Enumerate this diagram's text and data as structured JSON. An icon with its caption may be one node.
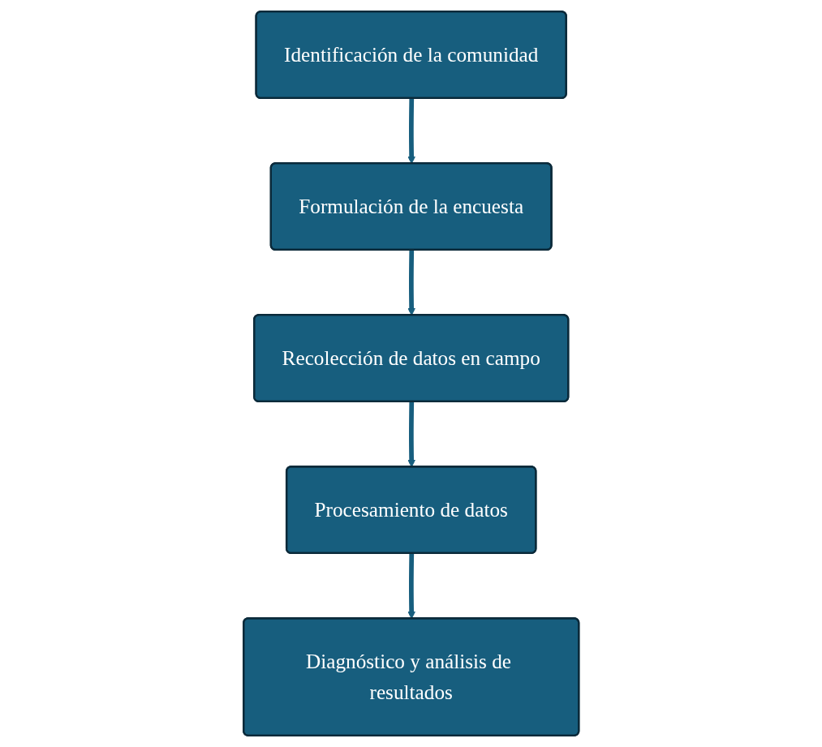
{
  "diagram": {
    "nodes": [
      {
        "text": [
          "Identificación de la comunidad"
        ]
      },
      {
        "text": [
          "Formulación de la encuesta"
        ]
      },
      {
        "text": [
          "Recolección de datos en campo"
        ]
      },
      {
        "text": [
          "Procesamiento de datos"
        ]
      },
      {
        "text": [
          "Diagnóstico y análisis de resultados"
        ]
      }
    ],
    "edges": [
      {
        "from": 0,
        "to": 1,
        "arrow": "to"
      },
      {
        "from": 1,
        "to": 2,
        "arrow": "to"
      },
      {
        "from": 2,
        "to": 3,
        "arrow": "to"
      },
      {
        "from": 3,
        "to": 4,
        "arrow": "to"
      }
    ]
  }
}
